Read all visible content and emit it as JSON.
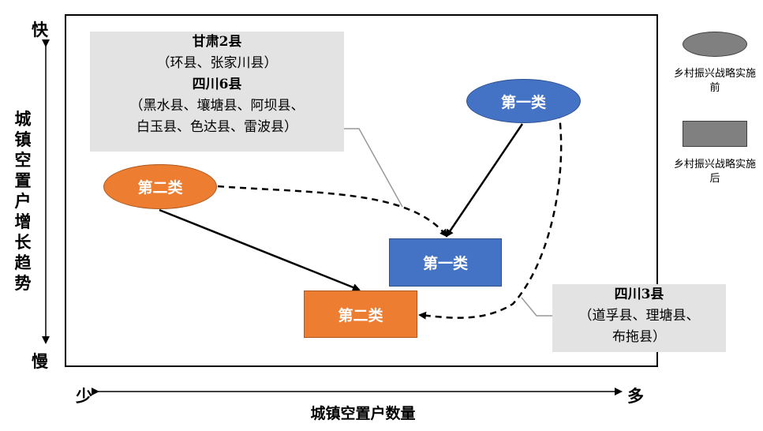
{
  "axes": {
    "y_label": "城镇空置户增长趋势",
    "y_top": "快",
    "y_bottom": "慢",
    "x_label": "城镇空置户数量",
    "x_left": "少",
    "x_right": "多"
  },
  "callout_top": {
    "line1": "甘肃2县",
    "line2": "（环县、张家川县）",
    "line3": "四川6县",
    "line4": "（黑水县、壤塘县、阿坝县、",
    "line5": "白玉县、色达县、雷波县）"
  },
  "callout_bottom": {
    "line1": "四川3县",
    "line2": "（道孚县、理塘县、",
    "line3": "布拖县）"
  },
  "nodes": {
    "before_class1": "第一类",
    "before_class2": "第二类",
    "after_class1": "第一类",
    "after_class2": "第二类"
  },
  "legend": {
    "before": "乡村振兴战略实施前",
    "after": "乡村振兴战略实施后"
  },
  "colors": {
    "class1": "#4472c4",
    "class2": "#ed7d31",
    "legend": "#808080",
    "callout_bg": "#e3e3e3"
  }
}
